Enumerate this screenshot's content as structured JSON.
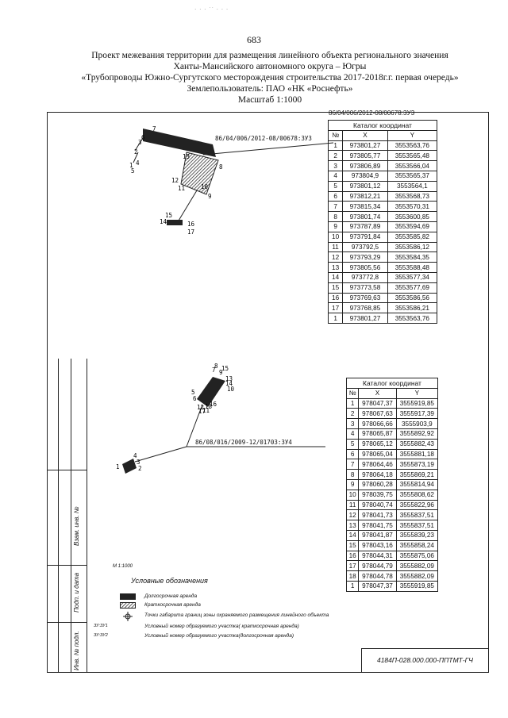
{
  "header": {
    "page_number": "683",
    "title_lines": [
      "Проект межевания территории для размещения линейного объекта регионального значения",
      "Ханты-Мансийского автономного округа – Югры",
      "«Трубопроводы Южно-Сургутского месторождения строительства 2017-2018г.г. первая очередь»",
      "Землепользователь: ПАО «НК «Роснефть»",
      "Масштаб 1:1000"
    ]
  },
  "plot1": {
    "parcel_id": "86/04/006/2012-08/00678:ЗУ3",
    "catalog_title": "Каталог координат",
    "columns": [
      "№",
      "X",
      "Y"
    ],
    "rows": [
      [
        "1",
        "973801,27",
        "3553563,76"
      ],
      [
        "2",
        "973805,77",
        "3553565,48"
      ],
      [
        "3",
        "973806,89",
        "3553566,04"
      ],
      [
        "4",
        "973804,9",
        "3553565,37"
      ],
      [
        "5",
        "973801,12",
        "3553564,1"
      ],
      [
        "6",
        "973812,21",
        "3553568,73"
      ],
      [
        "7",
        "973815,34",
        "3553570,31"
      ],
      [
        "8",
        "973801,74",
        "3553600,85"
      ],
      [
        "9",
        "973787,89",
        "3553594,69"
      ],
      [
        "10",
        "973791,84",
        "3553585,82"
      ],
      [
        "11",
        "973792,5",
        "3553586,12"
      ],
      [
        "12",
        "973793,29",
        "3553584,35"
      ],
      [
        "13",
        "973805,56",
        "3553588,48"
      ],
      [
        "14",
        "973772,8",
        "3553577,34"
      ],
      [
        "15",
        "973773,58",
        "3553577,69"
      ],
      [
        "16",
        "973769,63",
        "3553586,56"
      ],
      [
        "17",
        "973768,85",
        "3553586,21"
      ],
      [
        "1",
        "973801,27",
        "3553563,76"
      ]
    ],
    "point_labels": [
      "1",
      "2",
      "3",
      "4",
      "5",
      "6",
      "7",
      "8",
      "9",
      "10",
      "11",
      "12",
      "13",
      "14",
      "15",
      "16",
      "17"
    ]
  },
  "plot2": {
    "parcel_id": "86/08/016/2009-12/01703:ЗУ4",
    "catalog_title": "Каталог координат",
    "columns": [
      "№",
      "X",
      "Y"
    ],
    "rows": [
      [
        "1",
        "978047,37",
        "3555919,85"
      ],
      [
        "2",
        "978067,63",
        "3555917,39"
      ],
      [
        "3",
        "978066,66",
        "3555903,9"
      ],
      [
        "4",
        "978065,87",
        "3555892,92"
      ],
      [
        "5",
        "978065,12",
        "3555882,43"
      ],
      [
        "6",
        "978065,04",
        "3555881,18"
      ],
      [
        "7",
        "978064,46",
        "3555873,19"
      ],
      [
        "8",
        "978064,18",
        "3555869,21"
      ],
      [
        "9",
        "978060,28",
        "3555814,94"
      ],
      [
        "10",
        "978039,75",
        "3555808,62"
      ],
      [
        "11",
        "978040,74",
        "3555822,96"
      ],
      [
        "12",
        "978041,73",
        "3555837,51"
      ],
      [
        "13",
        "978041,75",
        "3555837,51"
      ],
      [
        "14",
        "978041,87",
        "3555839,23"
      ],
      [
        "15",
        "978043,16",
        "3555858,24"
      ],
      [
        "16",
        "978044,31",
        "3555875,06"
      ],
      [
        "17",
        "978044,79",
        "3555882,09"
      ],
      [
        "18",
        "978044,78",
        "3555882,09"
      ],
      [
        "1",
        "978047,37",
        "3555919,85"
      ]
    ],
    "point_labels": [
      "1",
      "2",
      "3",
      "4",
      "5",
      "6",
      "7",
      "8",
      "9",
      "10",
      "11",
      "12",
      "13",
      "14",
      "15",
      "16",
      "17",
      "18"
    ]
  },
  "legend": {
    "scale_note": "М 1:1000",
    "title": "Условные обозначения",
    "items": [
      {
        "symbol": "",
        "text": "Долгосрочная аренда"
      },
      {
        "symbol": "",
        "text": "Краткосрочная аренда"
      },
      {
        "symbol": "",
        "text": "Точки габарита границ зоны охраняемого размещения линейного объекта"
      },
      {
        "symbol": "ЗУ:ЗУ1",
        "text": "Условный номер образуемого участка( краткосрочная аренда)"
      },
      {
        "symbol": "ЗУ:ЗУ2",
        "text": "Условный номер образуемого участка(долгосрочная аренда)"
      }
    ]
  },
  "sidebar": {
    "labels": [
      "Инв. № подл.",
      "Подп. и дата",
      "Взам. инв. №"
    ]
  },
  "stamp": {
    "code": "4184П-028.000.000-ППТМТ-ГЧ"
  },
  "colors": {
    "ink": "#111111",
    "hatch": "#333333"
  }
}
